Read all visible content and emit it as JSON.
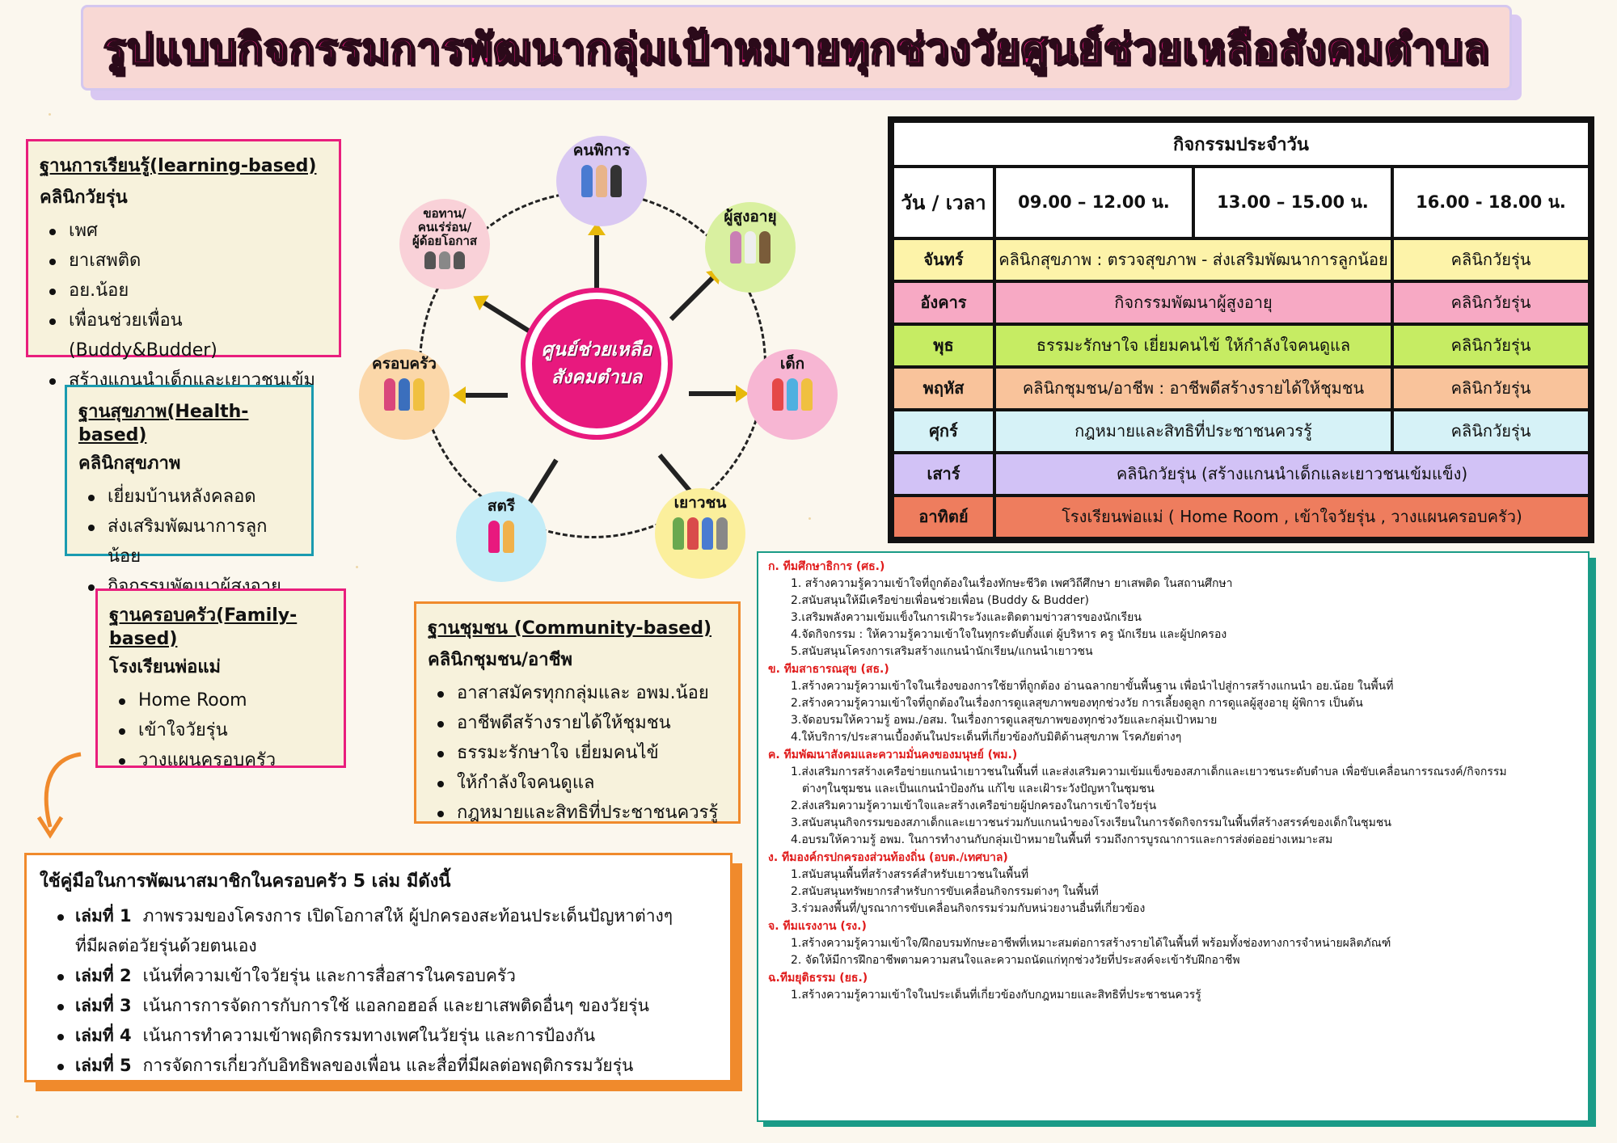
{
  "title": "รูปแบบกิจกรรมการพัฒนากลุ่มเป้าหมายทุกช่วงวัยศูนย์ช่วยเหลือสังคมตำบล",
  "learning": {
    "heading": "ฐานการเรียนรู้(learning-based)",
    "sub": "คลินิกวัยรุ่น",
    "items": [
      "เพศ",
      "ยาเสพติด",
      "อย.น้อย",
      "เพื่อนช่วยเพื่อน (Buddy&Budder)",
      "สร้างแกนนำเด็กและเยาวชนเข้มแข็ง"
    ]
  },
  "health": {
    "heading": "ฐานสุขภาพ(Health-based)",
    "sub": "คลินิกสุขภาพ",
    "items": [
      "เยี่ยมบ้านหลังคลอด",
      "ส่งเสริมพัฒนาการลูกน้อย",
      "กิจกรรมพัฒนาผู้สูงอายุ"
    ]
  },
  "family": {
    "heading": "ฐานครอบครัว(Family-based)",
    "sub": "โรงเรียนพ่อแม่",
    "items": [
      "Home Room",
      "เข้าใจวัยรุ่น",
      "วางแผนครอบครัว"
    ]
  },
  "community": {
    "heading": "ฐานชุมชน (Community-based)",
    "sub": "คลินิกชุมชน/อาชีพ",
    "items": [
      "อาสาสมัครทุกกลุ่มและ อพม.น้อย",
      "อาชีพดีสร้างรายได้ให้ชุมชน",
      "ธรรมะรักษาใจ เยี่ยมคนไข้",
      "ให้กำลังใจคนดูแล",
      "กฎหมายและสิทธิที่ประชาชนควรรู้"
    ]
  },
  "manual": {
    "heading": "ใช้คู่มือในการพัฒนาสมาชิกในครอบครัว 5 เล่ม มีดังนี้",
    "items": [
      {
        "no": "เล่มที่ 1",
        "text": "ภาพรวมของโครงการ เปิดโอกาสให้ ผู้ปกครองสะท้อนประเด็นปัญหาต่างๆ"
      },
      {
        "no": "",
        "text": "ที่มีผลต่อวัยรุ่นด้วยตนเอง"
      },
      {
        "no": "เล่มที่ 2",
        "text": "เน้นที่ความเข้าใจวัยรุ่น และการสื่อสารในครอบครัว"
      },
      {
        "no": "เล่มที่ 3",
        "text": "เน้นการการจัดการกับการใช้ แอลกอฮอล์ และยาเสพติดอื่นๆ ของวัยรุ่น"
      },
      {
        "no": "เล่มที่ 4",
        "text": "เน้นการทำความเข้าพฤติกรรมทางเพศในวัยรุ่น และการป้องกัน"
      },
      {
        "no": "เล่มที่ 5",
        "text": "การจัดการเกี่ยวกับอิทธิพลของเพื่อน และสื่อที่มีผลต่อพฤติกรรมวัยรุ่น"
      }
    ]
  },
  "diagram": {
    "center_line1": "ศูนย์ช่วยเหลือ",
    "center_line2": "สังคมตำบล",
    "nodes": {
      "disabled": "คนพิการ",
      "elderly": "ผู้สูงอายุ",
      "child": "เด็ก",
      "youth": "เยาวชน",
      "women": "สตรี",
      "family": "ครอบครัว",
      "poor_1": "ขอทาน/",
      "poor_2": "คนเร่ร่อน/",
      "poor_3": "ผู้ด้อยโอกาส"
    }
  },
  "schedule": {
    "title": "กิจกรรมประจำวัน",
    "headers": [
      "วัน / เวลา",
      "09.00 – 12.00 น.",
      "13.00 – 15.00 น.",
      "16.00 - 18.00 น."
    ],
    "rows": [
      {
        "day": "จันทร์",
        "morning": "คลินิกสุขภาพ : ตรวจสุขภาพ - ส่งเสริมพัฒนาการลูกน้อย",
        "evening": "คลินิกวัยรุ่น",
        "color": "#fdf3a9"
      },
      {
        "day": "อังคาร",
        "morning": "กิจกรรมพัฒนาผู้สูงอายุ",
        "evening": "คลินิกวัยรุ่น",
        "color": "#f7a9c4"
      },
      {
        "day": "พุธ",
        "morning": "ธรรมะรักษาใจ เยี่ยมคนไข้ ให้กำลังใจคนดูแล",
        "evening": "คลินิกวัยรุ่น",
        "color": "#c6ec63"
      },
      {
        "day": "พฤหัส",
        "morning": "คลินิกชุมชน/อาชีพ : อาชีพดีสร้างรายได้ให้ชุมชน",
        "evening": "คลินิกวัยรุ่น",
        "color": "#f9c39b"
      },
      {
        "day": "ศุกร์",
        "morning": "กฎหมายและสิทธิที่ประชาชนควรรู้",
        "evening": "คลินิกวัยรุ่น",
        "color": "#d6f2f7"
      },
      {
        "day": "เสาร์",
        "full": "คลินิกวัยรุ่น (สร้างแกนนำเด็กและเยาวชนเข้มแข็ง)",
        "color": "#d2c2f6"
      },
      {
        "day": "อาทิตย์",
        "full": "โรงเรียนพ่อแม่ ( Home Room , เข้าใจวัยรุ่น , วางแผนครอบครัว)",
        "color": "#ee7d5e"
      }
    ]
  },
  "teams": [
    {
      "head": "ก. ทีมศึกษาธิการ (ศธ.)",
      "items": [
        "1. สร้างความรู้ความเข้าใจที่ถูกต้องในเรื่องทักษะชีวิต เพศวิถีศึกษา ยาเสพติด ในสถานศึกษา",
        "2.สนับสนุนให้มีเครือข่ายเพื่อนช่วยเพื่อน (Buddy & Budder)",
        "3.เสริมพลังความเข้มแข็งในการเฝ้าระวังและติดตามข่าวสารของนักเรียน",
        "4.จัดกิจกรรม : ให้ความรู้ความเข้าใจในทุกระดับตั้งแต่ ผู้บริหาร ครู นักเรียน และผู้ปกครอง",
        "5.สนับสนุนโครงการเสริมสร้างแกนนำนักเรียน/แกนนำเยาวชน"
      ]
    },
    {
      "head": "ข. ทีมสาธารณสุข (สธ.)",
      "items": [
        "1.สร้างความรู้ความเข้าใจในเรื่องของการใช้ยาที่ถูกต้อง อ่านฉลากยาขั้นพื้นฐาน เพื่อนำไปสู่การสร้างแกนนำ อย.น้อย ในพื้นที่",
        "2.สร้างความรู้ความเข้าใจที่ถูกต้องในเรื่องการดูแลสุขภาพของทุกช่วงวัย การเลี้ยงดูลูก การดูแลผู้สูงอายุ ผู้พิการ เป็นต้น",
        "3.จัดอบรมให้ความรู้ อพม./อสม. ในเรื่องการดูแลสุขภาพของทุกช่วงวัยและกลุ่มเป้าหมาย",
        "4.ให้บริการ/ประสานเบื้องต้นในประเด็นที่เกี่ยวข้องกับมิติด้านสุขภาพ โรคภัยต่างๆ"
      ]
    },
    {
      "head": "ค. ทีมพัฒนาสังคมและความมั่นคงของมนุษย์ (พม.)",
      "items": [
        "1.ส่งเสริมการสร้างเครือข่ายแกนนำเยาวชนในพื้นที่ และส่งเสริมความเข้มแข็งของสภาเด็กและเยาวชนระดับตำบล เพื่อขับเคลื่อนการรณรงค์/กิจกรรม",
        "ต่างๆในชุมชน และเป็นแกนนำป้องกัน แก้ไข และเฝ้าระวังปัญหาในชุมชน",
        "2.ส่งเสริมความรู้ความเข้าใจและสร้างเครือข่ายผู้ปกครองในการเข้าใจวัยรุ่น",
        "3.สนับสนุนกิจกรรมของสภาเด็กและเยาวชนร่วมกับแกนนำของโรงเรียนในการจัดกิจกรรมในพื้นที่สร้างสรรค์ของเด็กในชุมชน",
        "4.อบรมให้ความรู้ อพม. ในการทำงานกับกลุ่มเป้าหมายในพื้นที่ รวมถึงการบูรณาการและการส่งต่ออย่างเหมาะสม"
      ]
    },
    {
      "head": "ง. ทีมองค์กรปกครองส่วนท้องถิ่น (อบต./เทศบาล)",
      "items": [
        "1.สนับสนุนพื้นที่สร้างสรรค์สำหรับเยาวชนในพื้นที่",
        "2.สนับสนุนทรัพยากรสำหรับการขับเคลื่อนกิจกรรมต่างๆ ในพื้นที่",
        "3.ร่วมลงพื้นที่/บูรณาการขับเคลื่อนกิจกรรมร่วมกับหน่วยงานอื่นที่เกี่ยวข้อง"
      ]
    },
    {
      "head": "จ. ทีมแรงงาน (รง.)",
      "items": [
        "1.สร้างความรู้ความเข้าใจ/ฝึกอบรมทักษะอาชีพที่เหมาะสมต่อการสร้างรายได้ในพื้นที่ พร้อมทั้งช่องทางการจำหน่ายผลิตภัณฑ์",
        "2. จัดให้มีการฝึกอาชีพตามความสนใจและความถนัดแก่ทุกช่วงวัยที่ประสงค์จะเข้ารับฝึกอาชีพ"
      ]
    },
    {
      "head": "ฉ.ทีมยุติธรรม (ยธ.)",
      "items": [
        "1.สร้างความรู้ความเข้าใจในประเด็นที่เกี่ยวข้องกับกฎหมายและสิทธิที่ประชาชนควรรู้"
      ]
    }
  ]
}
